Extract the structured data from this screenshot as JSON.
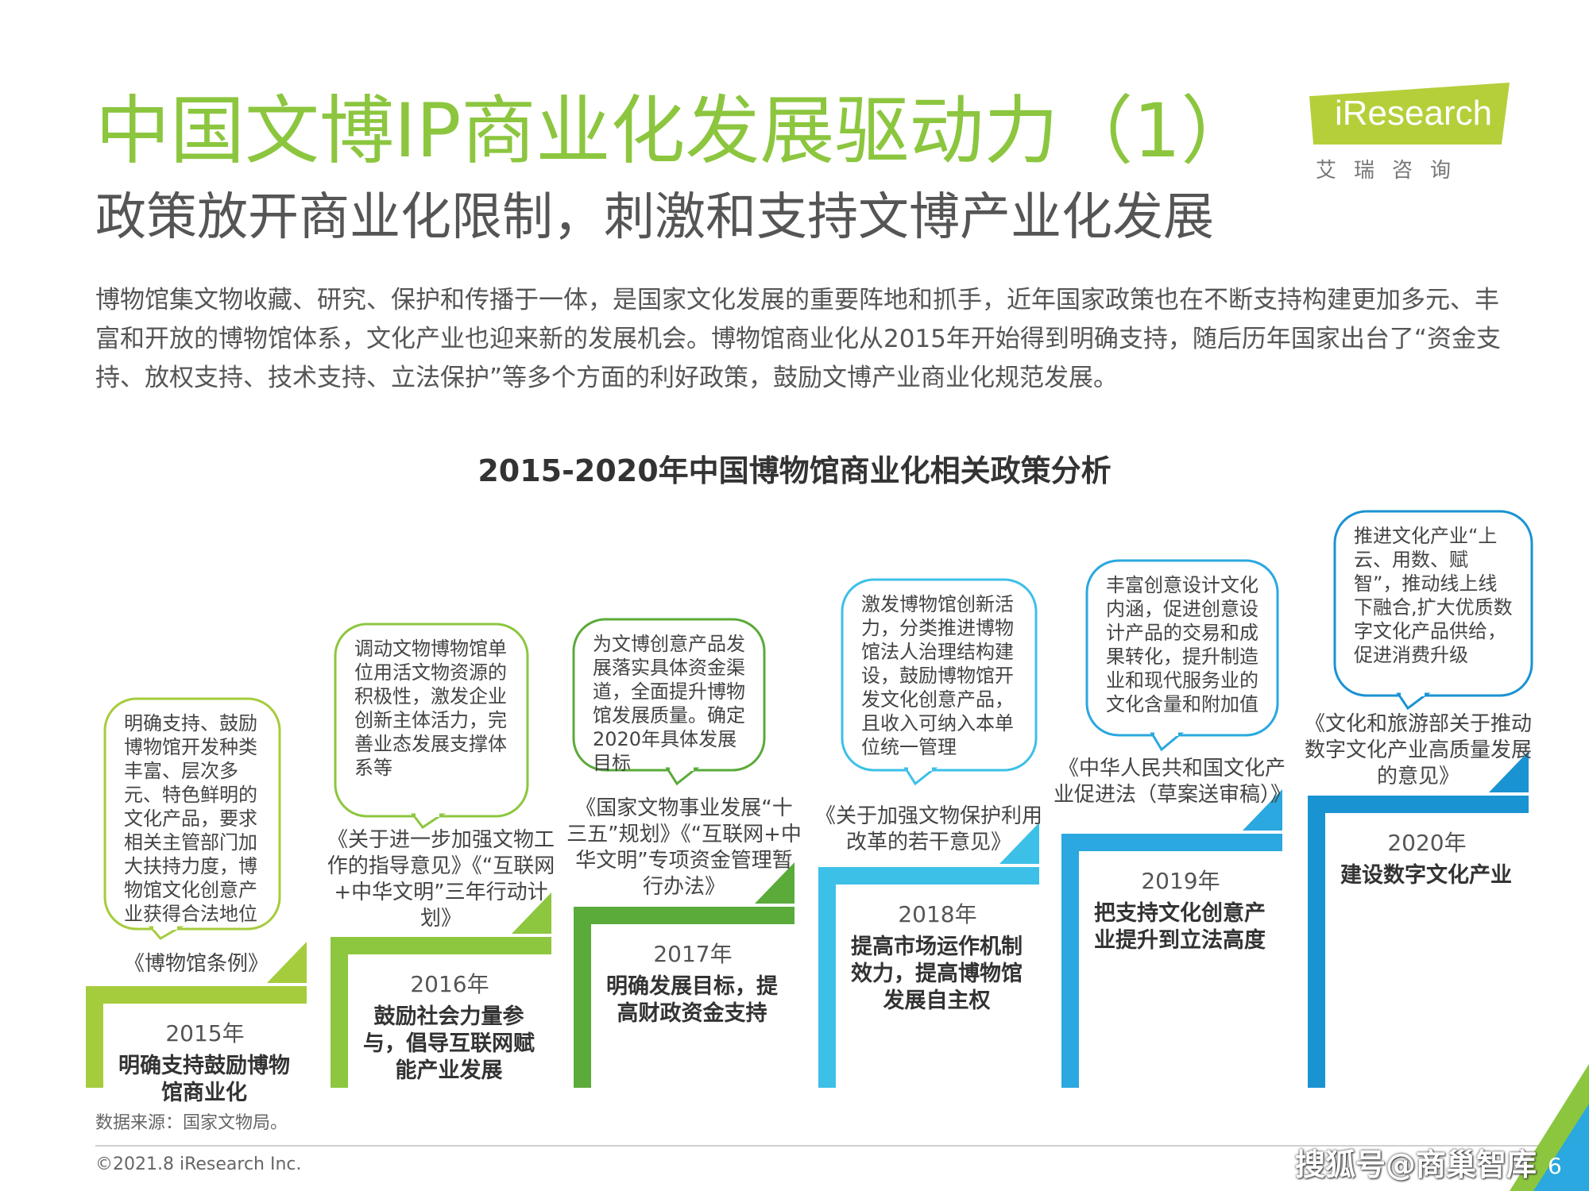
{
  "header": {
    "title": "中国文博IP商业化发展驱动力（1）",
    "subtitle": "政策放开商业化限制，刺激和支持文博产业化发展",
    "intro": "博物馆集文物收藏、研究、保护和传播于一体，是国家文化发展的重要阵地和抓手，近年国家政策也在不断支持构建更加多元、丰富和开放的博物馆体系，文化产业也迎来新的发展机会。博物馆商业化从2015年开始得到明确支持，随后历年国家出台了“资金支持、放权支持、技术支持、立法保护”等多个方面的利好政策，鼓励文博产业商业化规范发展。"
  },
  "logo": {
    "text": "iResearch",
    "cn": "艾瑞咨询"
  },
  "diagram": {
    "title": "2015-2020年中国博物馆商业化相关政策分析",
    "steps": [
      {
        "year": "2015年",
        "desc": "明确支持鼓励博物馆商业化",
        "doc": "《博物馆条例》",
        "bubble": "明确支持、鼓励博物馆开发种类丰富、层次多元、特色鲜明的文化产品，要求相关主管部门加大扶持力度，博物馆文化创意产业获得合法地位",
        "color": "#a5cc3c"
      },
      {
        "year": "2016年",
        "desc": "鼓励社会力量参与，倡导互联网赋能产业发展",
        "doc": "《关于进一步加强文物工作的指导意见》《“互联网+中华文明”三年行动计划》",
        "bubble": "调动文物博物馆单位用活文物资源的积极性，激发企业创新主体活力，完善业态发展支撑体系等",
        "color": "#8dc63f"
      },
      {
        "year": "2017年",
        "desc": "明确发展目标，提高财政资金支持",
        "doc": "《国家文物事业发展“十三五”规划》《“互联网+中华文明”专项资金管理暂行办法》",
        "bubble": "为文博创意产品发展落实具体资金渠道，全面提升博物馆发展质量。确定2020年具体发展目标",
        "color": "#5aab3a"
      },
      {
        "year": "2018年",
        "desc": "提高市场运作机制效力，提高博物馆发展自主权",
        "doc": "《关于加强文物保护利用改革的若干意见》",
        "bubble": "激发博物馆创新活力，分类推进博物馆法人治理结构建设，鼓励博物馆开发文化创意产品，且收入可纳入本单位统一管理",
        "color": "#3cc0e8"
      },
      {
        "year": "2019年",
        "desc": "把支持文化创意产业提升到立法高度",
        "doc": "《中华人民共和国文化产业促进法（草案送审稿）》",
        "bubble": "丰富创意设计文化内涵，促进创意设计产品的交易和成果转化，提升制造业和现代服务业的文化含量和附加值",
        "color": "#2aa8df"
      },
      {
        "year": "2020年",
        "desc": "建设数字文化产业",
        "doc": "《文化和旅游部关于推动数字文化产业高质量发展的意见》",
        "bubble": "推进文化产业“上云、用数、赋智”，推动线上线下融合,扩大优质数字文化产品供给，促进消费升级",
        "color": "#1a93d3"
      }
    ]
  },
  "footer": {
    "source": "数据来源：国家文物局。",
    "copyright": "©2021.8 iResearch Inc.",
    "watermark": "搜狐号@商巢智库",
    "page": "6"
  }
}
